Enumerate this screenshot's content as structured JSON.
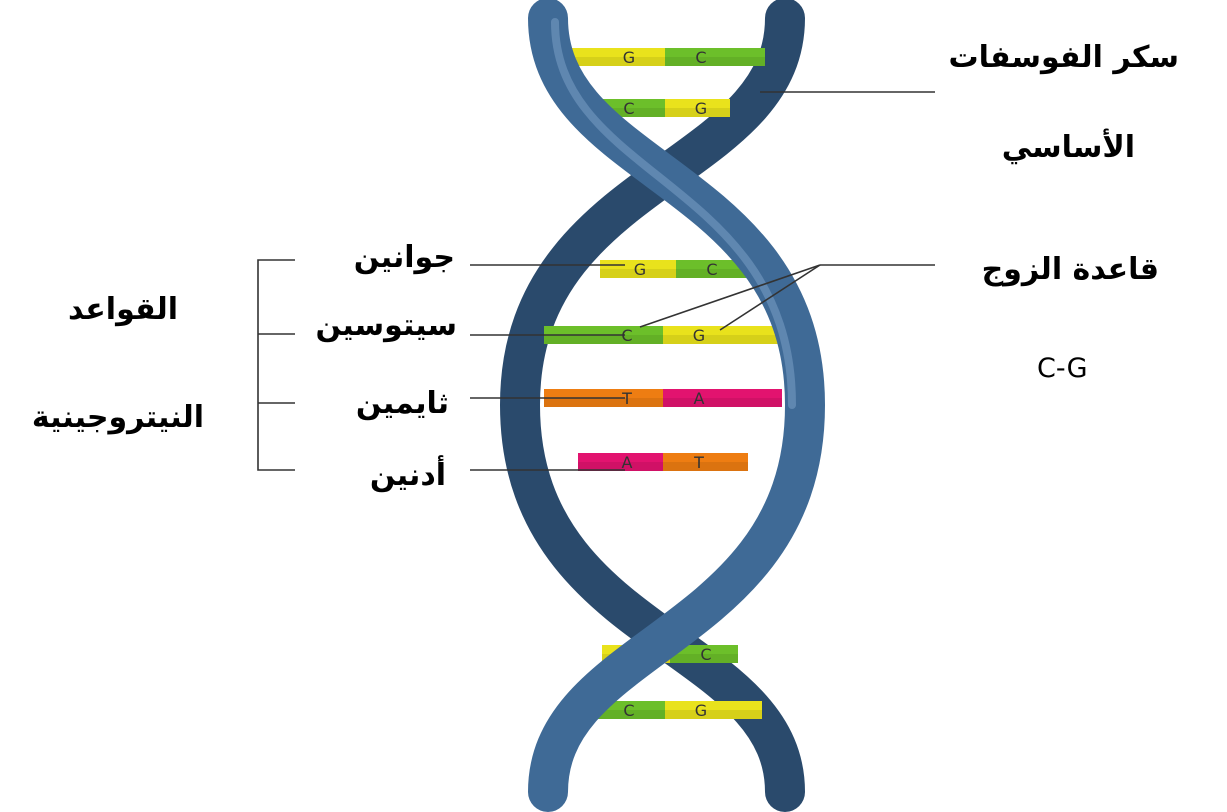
{
  "labels": {
    "sugar_phosphate": {
      "line1": "سكر الفوسفات",
      "line2": "الأساسي"
    },
    "base_pair": {
      "title": "قاعدة الزوج",
      "example": "C-G"
    },
    "nitrogen_bases": {
      "line1": "القواعد",
      "line2": "النيتروجينية"
    },
    "bases": [
      {
        "name": "جوانين"
      },
      {
        "name": "سيتوسين"
      },
      {
        "name": "ثايمين"
      },
      {
        "name": "أدنين"
      }
    ]
  },
  "rungs": [
    {
      "left": "G",
      "right": "C"
    },
    {
      "left": "C",
      "right": "G"
    },
    {
      "left": "G",
      "right": "C"
    },
    {
      "left": "C",
      "right": "G"
    },
    {
      "left": "T",
      "right": "A"
    },
    {
      "left": "A",
      "right": "T"
    },
    {
      "left": "G",
      "right": "C"
    },
    {
      "left": "C",
      "right": "G"
    }
  ],
  "colors": {
    "G": "#e9e21c",
    "C": "#6cbf2a",
    "T": "#ee7d12",
    "A": "#e2136f",
    "strand_front": "#3f6a96",
    "strand_back": "#2a4a6c",
    "strand_highlight": "#7a9fc6"
  }
}
